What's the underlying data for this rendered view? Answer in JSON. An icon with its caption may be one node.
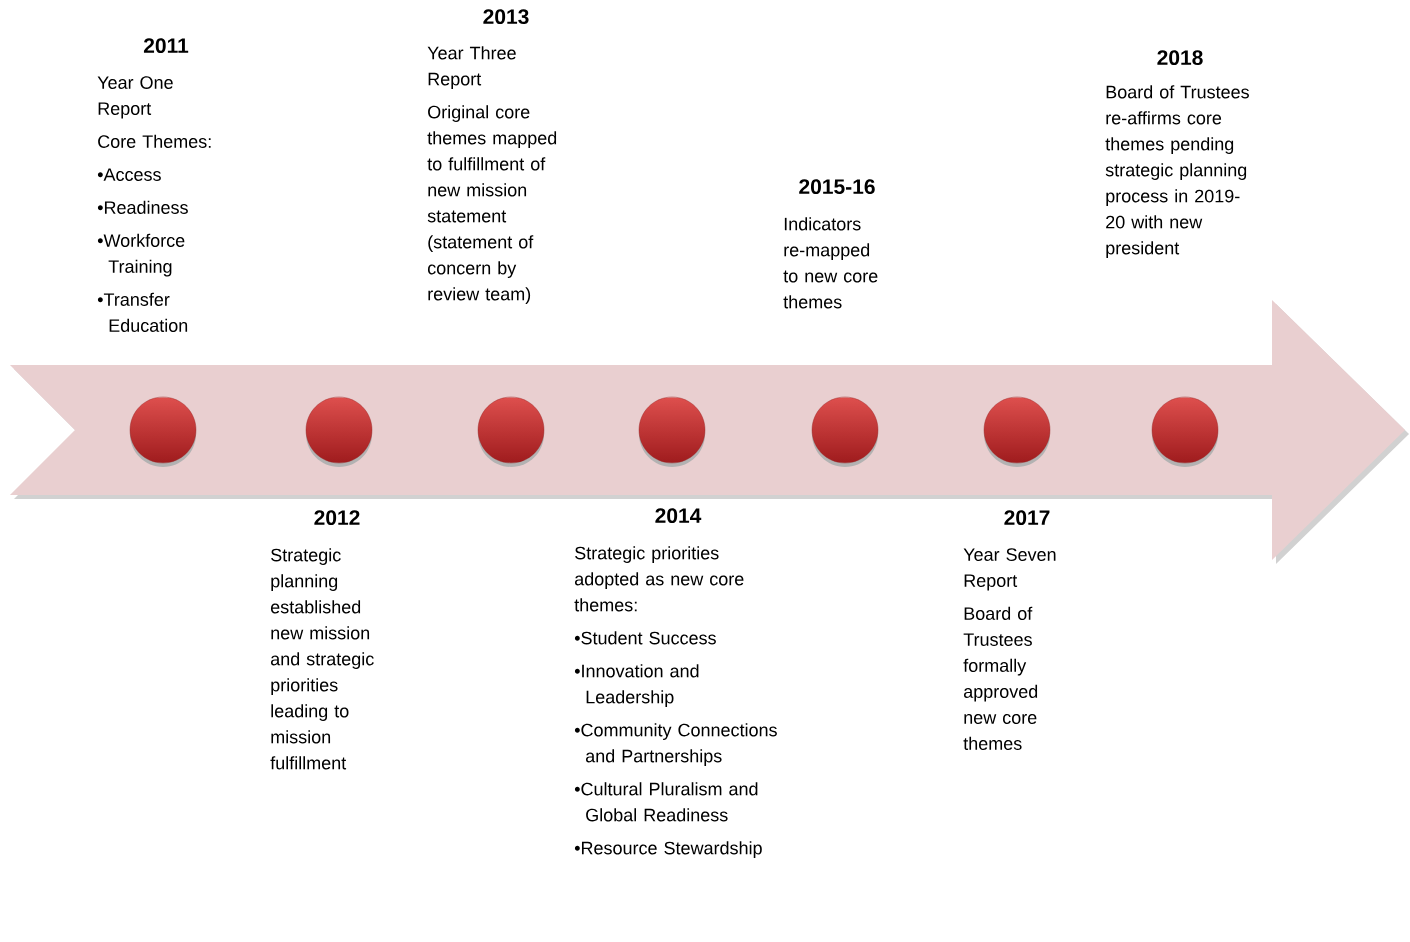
{
  "diagram": {
    "nodes": [
      {
        "text": [],
        "shape": "arrow"
      },
      {
        "text": [],
        "shape": "circle",
        "in": 0,
        "beside": [
          "2011",
          "Year One Report",
          "Core Themes:",
          "•Access",
          "•Readiness",
          "•Workforce Training",
          "•Transfer Education"
        ]
      },
      {
        "text": [],
        "shape": "circle",
        "in": 0,
        "beside": [
          "2012",
          "Strategic planning established new mission and strategic priorities leading to mission fulfillment"
        ]
      },
      {
        "text": [],
        "shape": "circle",
        "in": 0,
        "beside": [
          "2013",
          "Year Three Report",
          "Original core themes mapped to fulfillment of new mission statement (statement of concern by review team)"
        ]
      },
      {
        "text": [],
        "shape": "circle",
        "in": 0,
        "beside": [
          "2014",
          "Strategic priorities adopted as new core themes:",
          "•Student Success",
          "•Innovation and Leadership",
          "•Community Connections and Partnerships",
          "•Cultural Pluralism and Global Readiness",
          "•Resource Stewardship"
        ]
      },
      {
        "text": [],
        "shape": "circle",
        "in": 0,
        "beside": [
          "2015-16",
          "Indicators re-mapped to new core themes"
        ]
      },
      {
        "text": [],
        "shape": "circle",
        "in": 0,
        "beside": [
          "2017",
          "Year Seven Report",
          "Board of Trustees formally approved new core themes"
        ]
      },
      {
        "text": [],
        "shape": "circle",
        "in": 0,
        "beside": [
          "2018",
          "Board of Trustees re-affirms core themes pending strategic planning process in 2019-20 with new president"
        ]
      }
    ]
  }
}
